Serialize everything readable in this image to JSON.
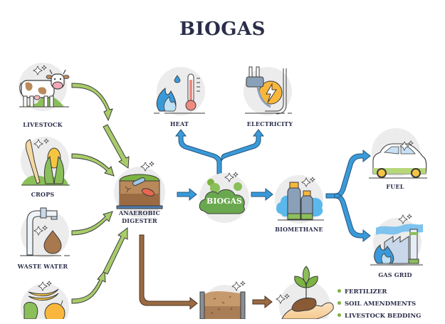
{
  "title": "BIOGAS",
  "inputs": [
    {
      "id": "livestock",
      "label": "LIVESTOCK",
      "icon": "cow-icon"
    },
    {
      "id": "crops",
      "label": "CROPS",
      "icon": "corn-wheat-icon"
    },
    {
      "id": "waste_water",
      "label": "WASTE WATER",
      "icon": "faucet-drop-icon"
    },
    {
      "id": "food_waste",
      "label": "",
      "icon": "fruit-waste-icon"
    }
  ],
  "digester": {
    "label_line1": "ANAEROBIC",
    "label_line2": "DIGESTER",
    "icon": "digester-bacteria-icon"
  },
  "biogas": {
    "label": "BIOGAS",
    "icon": "gas-cloud-icon"
  },
  "uses": [
    {
      "id": "heat",
      "label": "HEAT",
      "icon": "flame-thermometer-icon"
    },
    {
      "id": "electricity",
      "label": "ELECTRICITY",
      "icon": "plug-lightning-icon"
    }
  ],
  "biomethane": {
    "label": "BIOMETHANE",
    "icon": "gas-cylinders-icon"
  },
  "biomethane_uses": [
    {
      "id": "fuel",
      "label": "FUEL",
      "icon": "car-icon"
    },
    {
      "id": "gas_grid",
      "label": "GAS GRID",
      "icon": "factory-flame-icon"
    }
  ],
  "digestate": {
    "icon": "digestate-container-icon"
  },
  "soil": {
    "icon": "hands-seedling-icon"
  },
  "digestate_uses": [
    "FERTILIZER",
    "SOIL AMENDMENTS",
    "LIVESTOCK BEDDING"
  ],
  "colors": {
    "title": "#2b2e4a",
    "green_arrow": "#a8cc6a",
    "blue_arrow": "#3a9ad9",
    "brown_arrow": "#9a6b43",
    "bullet": "#7cb342",
    "circle_bg": "#ececec"
  }
}
